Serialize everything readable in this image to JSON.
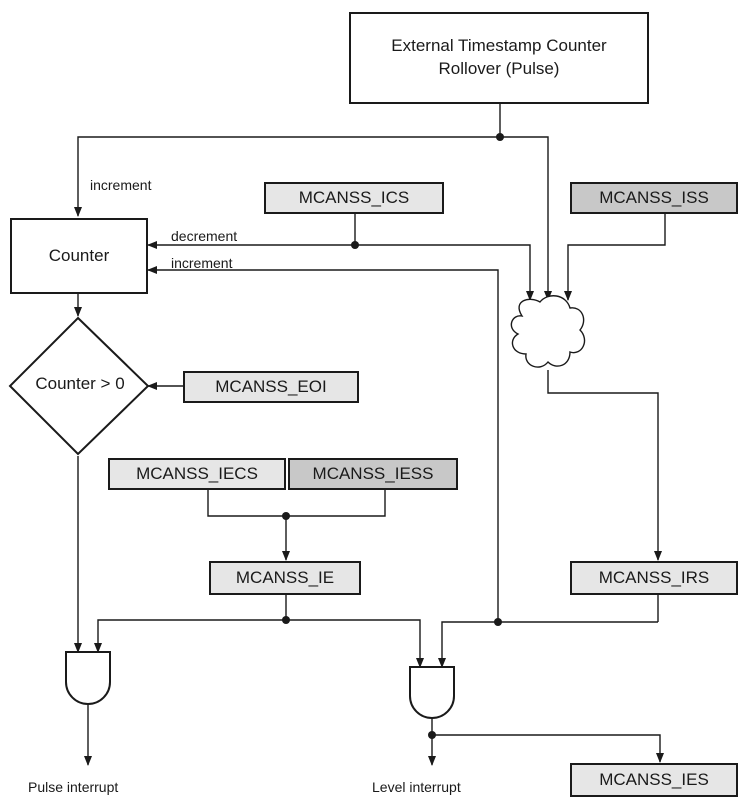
{
  "blocks": {
    "external_counter_line1": "External Timestamp Counter",
    "external_counter_line2": "Rollover (Pulse)",
    "counter": "Counter",
    "compare": "Counter > 0"
  },
  "registers": {
    "ics": "MCANSS_ICS",
    "iss": "MCANSS_ISS",
    "eoi": "MCANSS_EOI",
    "iecs": "MCANSS_IECS",
    "iess": "MCANSS_IESS",
    "ie": "MCANSS_IE",
    "irs": "MCANSS_IRS",
    "ies": "MCANSS_IES"
  },
  "edge_labels": {
    "increment_left": "increment",
    "decrement": "decrement",
    "increment_right": "increment"
  },
  "outputs": {
    "pulse": "Pulse interrupt",
    "level": "Level interrupt"
  }
}
